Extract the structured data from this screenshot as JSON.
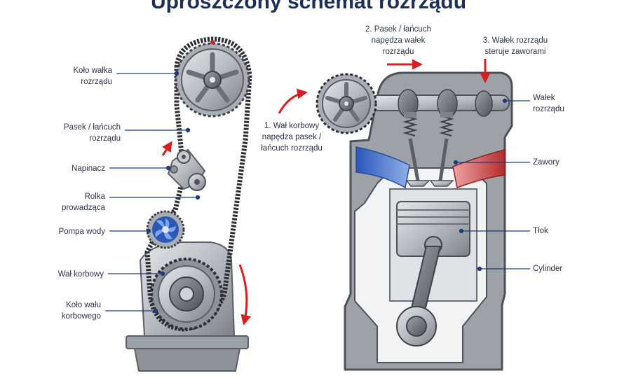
{
  "title": "Uproszczony schemat rozrządu",
  "left_labels": {
    "cam_gear": [
      "Koło wałka",
      "rozrządu"
    ],
    "belt": [
      "Pasek / łańcuch",
      "rozrządu"
    ],
    "tensioner": [
      "Napinacz"
    ],
    "idler": [
      "Rolka",
      "prowadząca"
    ],
    "water_pump": [
      "Pompa wody"
    ],
    "crankshaft": [
      "Wał korbowy"
    ],
    "crank_gear": [
      "Koło wału",
      "korbowego"
    ]
  },
  "steps": {
    "step1": [
      "1. Wał korbowy",
      "napędza pasek /",
      "łańcuch rozrządu"
    ],
    "step2": [
      "2. Pasek / łańcuch",
      "napędza wałek",
      "rozrządu"
    ],
    "step3": [
      "3. Wałek rozrządu",
      "steruje zaworami"
    ]
  },
  "right_labels": {
    "camshaft": [
      "Wałek",
      "rozrządu"
    ],
    "valves": [
      "Zawory"
    ],
    "piston": [
      "Tłok"
    ],
    "cylinder": [
      "Cylinder"
    ]
  },
  "colors": {
    "title": "#1d2f55",
    "arrow_red": "#d42020",
    "leader_blue": "#1f3a78",
    "intake_blue": "#3b6fd1",
    "exhaust_red": "#c93a3a",
    "metal_dark": "#5a5f66",
    "metal_light": "#c4c8cd"
  }
}
